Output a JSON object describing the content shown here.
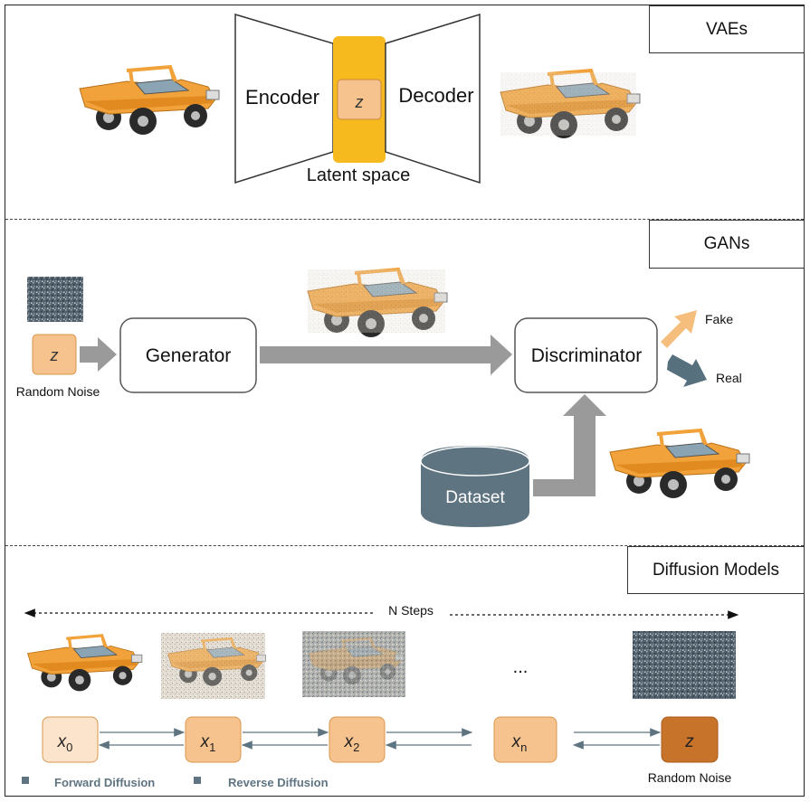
{
  "vae": {
    "label": "VAEs",
    "encoder": "Encoder",
    "decoder": "Decoder",
    "z": "z",
    "latent": "Latent space"
  },
  "gan": {
    "label": "GANs",
    "z": "z",
    "noise_caption": "Random Noise",
    "generator": "Generator",
    "discriminator": "Discriminator",
    "fake": "Fake",
    "real": "Real",
    "dataset": "Dataset"
  },
  "diffusion": {
    "label": "Diffusion Models",
    "steps": "N Steps",
    "ellipsis": "...",
    "x0_base": "x",
    "x0_sub": "0",
    "x1_base": "x",
    "x1_sub": "1",
    "x2_base": "x",
    "x2_sub": "2",
    "xn_base": "x",
    "xn_sub": "n",
    "z": "z",
    "noise_caption": "Random Noise",
    "legend_forward": "Forward Diffusion",
    "legend_reverse": "Reverse Diffusion"
  },
  "colors": {
    "latent_bar": "#F7BA1E",
    "node_fill": "#F6C28E",
    "node_stroke": "#D9984E",
    "dataset": "#5E7481",
    "arrow_gray": "#9A9A9A",
    "fake_arrow": "#F6BE7D",
    "real_arrow": "#57707E",
    "z_dark": "#C8732A",
    "truck_body": "#F2A23A"
  }
}
